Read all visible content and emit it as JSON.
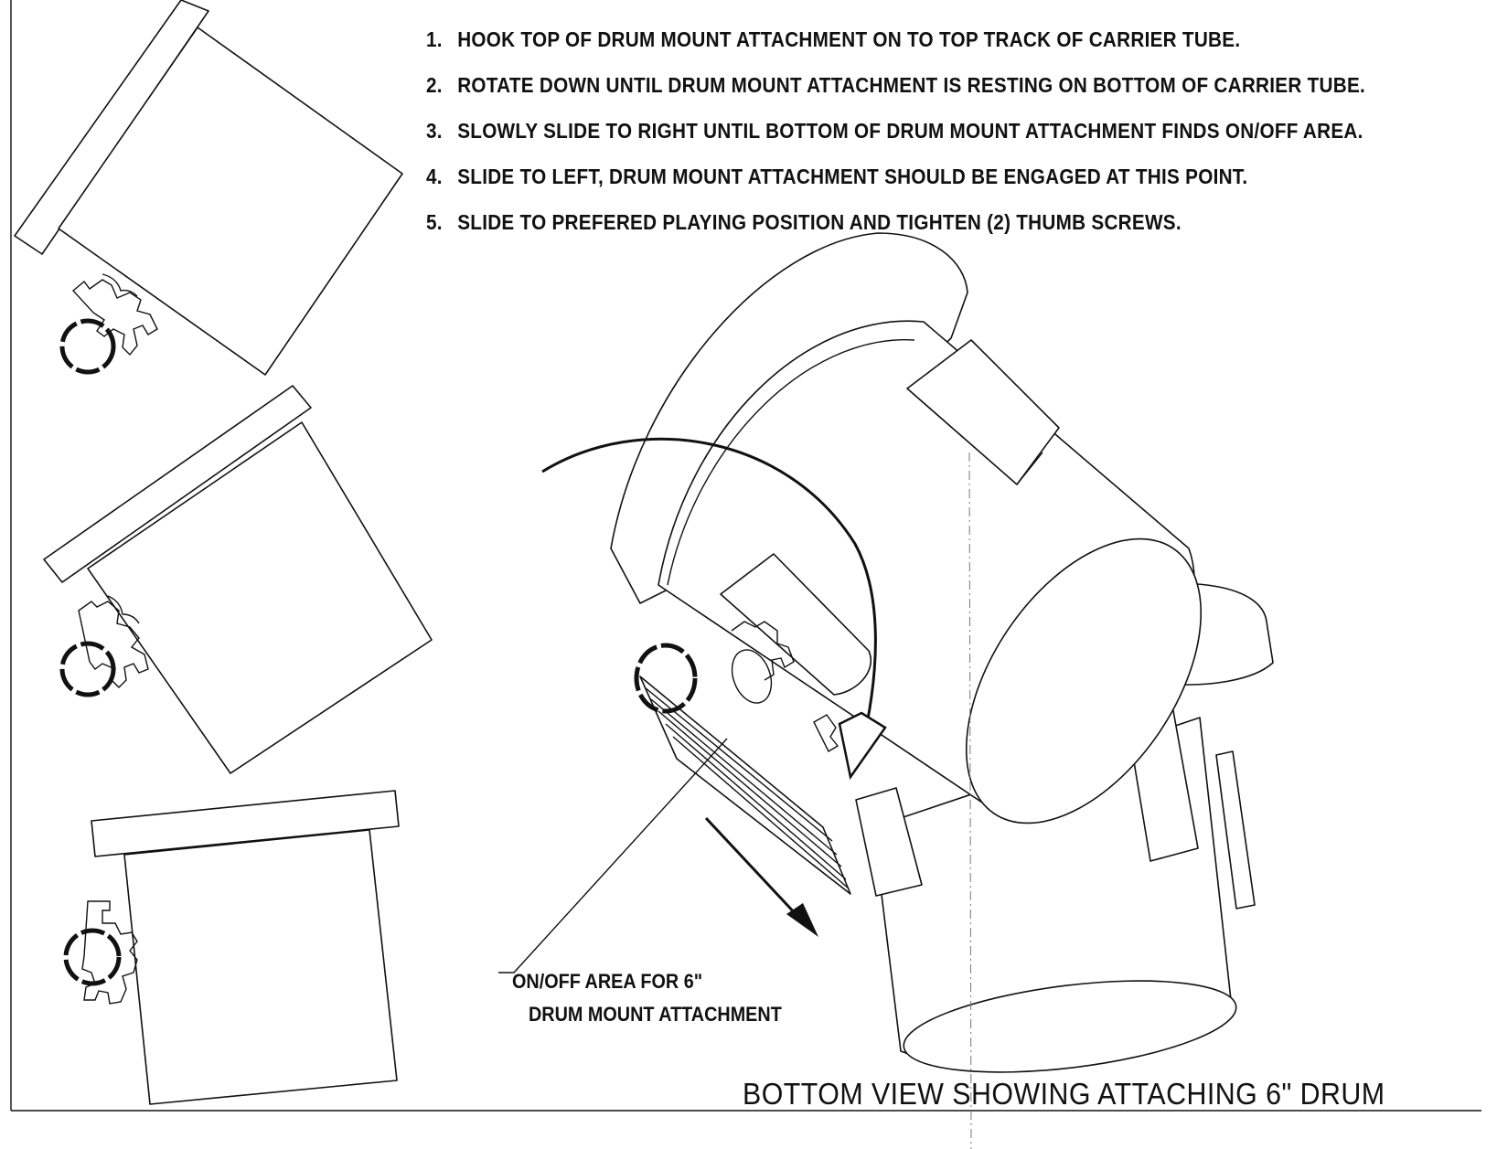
{
  "instructions": [
    {
      "number": "1.",
      "text": "HOOK TOP OF DRUM MOUNT ATTACHMENT ON TO TOP TRACK OF CARRIER TUBE."
    },
    {
      "number": "2.",
      "text": "ROTATE DOWN UNTIL DRUM MOUNT ATTACHMENT IS RESTING ON BOTTOM OF CARRIER TUBE."
    },
    {
      "number": "3.",
      "text": "SLOWLY SLIDE TO RIGHT UNTIL BOTTOM OF DRUM MOUNT ATTACHMENT FINDS ON/OFF AREA."
    },
    {
      "number": "4.",
      "text": "SLIDE TO LEFT, DRUM MOUNT ATTACHMENT SHOULD BE ENGAGED AT THIS POINT."
    },
    {
      "number": "5.",
      "text": "SLIDE TO PREFERED PLAYING POSITION AND TIGHTEN (2) THUMB SCREWS."
    }
  ],
  "callout": {
    "line1": "ON/OFF AREA FOR 6\"",
    "line2": "DRUM MOUNT ATTACHMENT"
  },
  "caption": "BOTTOM VIEW SHOWING ATTACHING 6\" DRUM"
}
